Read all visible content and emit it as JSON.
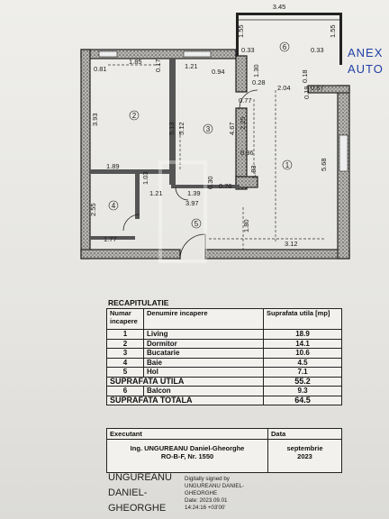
{
  "annex": {
    "line1": "ANEX",
    "line2": "AUTO"
  },
  "plan": {
    "dims": {
      "top_balcony": "3.45",
      "d155a": "1.55",
      "d155b": "1.55",
      "d033a": "0.33",
      "d033b": "0.33",
      "d081": "0.81",
      "d185": "1.85",
      "d017": "0.17",
      "d121a": "1.21",
      "d094": "0.94",
      "d130": "1.30",
      "d018": "0.18",
      "d019": "0.19",
      "d067": "0.67",
      "d028": "0.28",
      "d204": "2.04",
      "d077": "0.77",
      "d225": "2.25",
      "d393": "3.93",
      "d513": "5.13",
      "d512": "5.12",
      "d467": "4.67",
      "d036": "0.36",
      "d568": "5.68",
      "d189": "1.89",
      "d103": "1.03",
      "d183": "1.83",
      "d121b": "1.21",
      "d139": "1.39",
      "d030": "0.30",
      "d076": "0.76",
      "d397": "3.97",
      "d255": "2.55",
      "d180": "1.80",
      "d177": "1.77",
      "d312": "3.12"
    },
    "rooms": {
      "r1": "1",
      "r2": "2",
      "r3": "3",
      "r4": "4",
      "r5": "5",
      "r6": "6"
    }
  },
  "recap": {
    "title": "RECAPITULATIE",
    "headers": {
      "num": "Numar incapere",
      "name": "Denumire incapere",
      "area": "Suprafata utila [mp]"
    },
    "rows": [
      {
        "num": "1",
        "name": "Living",
        "area": "18.9"
      },
      {
        "num": "2",
        "name": "Dormitor",
        "area": "14.1"
      },
      {
        "num": "3",
        "name": "Bucatarie",
        "area": "10.6"
      },
      {
        "num": "4",
        "name": "Baie",
        "area": "4.5"
      },
      {
        "num": "5",
        "name": "Hol",
        "area": "7.1"
      }
    ],
    "useful": {
      "label": "SUPRAFATA UTILA",
      "value": "55.2"
    },
    "balcony": {
      "num": "6",
      "name": "Balcon",
      "area": "9.3"
    },
    "total": {
      "label": "SUPRAFATA TOTALA",
      "value": "64.5"
    }
  },
  "sign": {
    "executant_label": "Executant",
    "data_label": "Data",
    "engineer": "Ing. UNGUREANU Daniel-Gheorghe",
    "license": "RO-B-F, Nr. 1550",
    "month": "septembrie",
    "year": "2023"
  },
  "signature": {
    "name_line1": "UNGUREANU",
    "name_line2": "DANIEL-",
    "name_line3": "GHEORGHE",
    "meta1": "Digitally signed by",
    "meta2": "UNGUREANU DANIEL-",
    "meta3": "GHEORGHE",
    "meta4": "Date: 2023.09.01",
    "meta5": "14:24:16 +03'00'"
  }
}
